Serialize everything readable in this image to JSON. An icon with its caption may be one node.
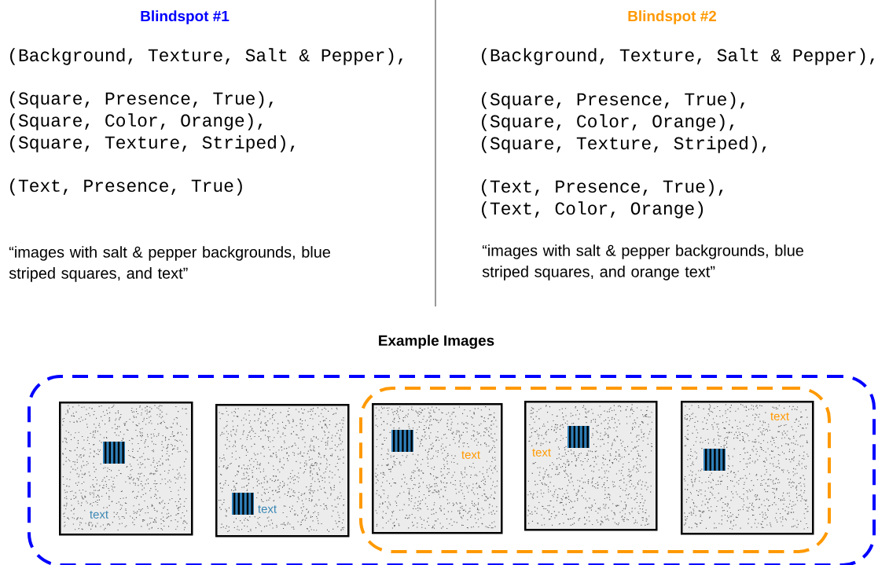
{
  "diagram": {
    "nodes": [
      {
        "text": [],
        "shape": "box"
      },
      {
        "text": [],
        "shape": "box",
        "in": 0
      },
      {
        "text": [
          "text"
        ],
        "in": 0
      },
      {
        "text": [
          "text"
        ],
        "in": 0
      },
      {
        "text": [
          "text"
        ],
        "in": 1
      },
      {
        "text": [
          "text"
        ],
        "in": 1
      },
      {
        "text": [
          "text"
        ],
        "in": 1
      }
    ],
    "labels": [
      "Blindspot #1",
      "(Background, Texture, Salt & Pepper),",
      "(Square, Presence, True),",
      "(Square, Color, Orange),",
      "(Square, Texture, Striped),",
      "(Text, Presence, True)",
      "“images with salt & pepper backgrounds, blue striped squares, and text”",
      "Blindspot #2",
      "(Background, Texture, Salt & Pepper),",
      "(Square, Presence, True),",
      "(Square, Color, Orange),",
      "(Square, Texture, Striped),",
      "(Text, Presence, True),",
      "(Text, Color, Orange)",
      "“images with salt & pepper backgrounds, blue striped squares, and orange text”",
      "Example Images"
    ]
  }
}
